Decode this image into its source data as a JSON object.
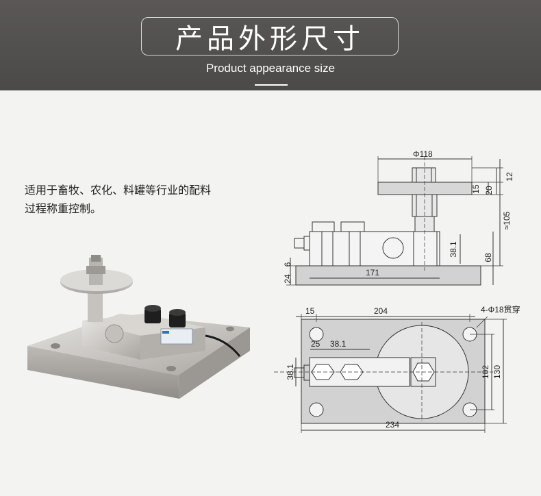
{
  "header": {
    "title": "产品外形尺寸",
    "subtitle": "Product appearance size"
  },
  "description": {
    "line1": "适用于畜牧、农化、料罐等行业的配料",
    "line2": "过程称重控制。"
  },
  "side_view": {
    "dim_top_diameter": "Φ118",
    "dim_12": "12",
    "dim_15": "15",
    "dim_20": "20",
    "dim_105": "≈105",
    "dim_38_1": "38.1",
    "dim_68": "68",
    "dim_6": "6",
    "dim_24": "24",
    "dim_171": "171"
  },
  "top_view": {
    "dim_15": "15",
    "dim_204": "204",
    "dim_holes": "4-Φ18贯穿",
    "dim_25": "25",
    "dim_38_1_h": "38.1",
    "dim_38_1_v": "38.1",
    "dim_102": "102",
    "dim_130": "130",
    "dim_234": "234"
  }
}
